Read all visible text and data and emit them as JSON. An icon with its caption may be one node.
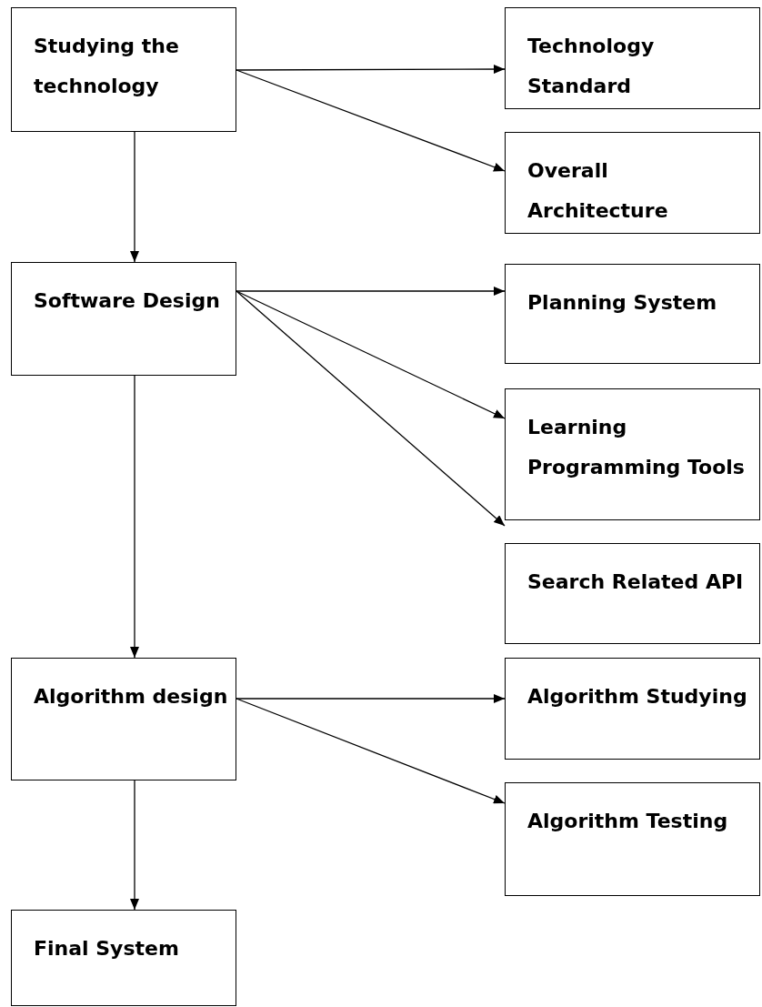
{
  "diagram": {
    "nodes": [
      {
        "text": [
          "Studying the technology"
        ]
      },
      {
        "text": [
          "Technology Standard"
        ]
      },
      {
        "text": [
          "Overall Architecture"
        ]
      },
      {
        "text": [
          "Software Design"
        ]
      },
      {
        "text": [
          "Planning System"
        ]
      },
      {
        "text": [
          "Learning Programming Tools"
        ]
      },
      {
        "text": [
          "Search Related API"
        ]
      },
      {
        "text": [
          "Algorithm design"
        ]
      },
      {
        "text": [
          "Algorithm Studying"
        ]
      },
      {
        "text": [
          "Algorithm Testing"
        ]
      },
      {
        "text": [
          "Final System"
        ]
      }
    ],
    "edges": [
      {
        "from": 0,
        "to": 1,
        "arrow": "to"
      },
      {
        "from": 0,
        "to": 2,
        "arrow": "to"
      },
      {
        "from": 0,
        "to": 3,
        "arrow": "to"
      },
      {
        "from": 3,
        "to": 4,
        "arrow": "to"
      },
      {
        "from": 3,
        "to": 5,
        "arrow": "to"
      },
      {
        "from": 3,
        "to": 6,
        "arrow": "to"
      },
      {
        "from": 3,
        "to": 7,
        "arrow": "to"
      },
      {
        "from": 7,
        "to": 8,
        "arrow": "to"
      },
      {
        "from": 7,
        "to": 9,
        "arrow": "to"
      },
      {
        "from": 7,
        "to": 10,
        "arrow": "to"
      }
    ]
  }
}
